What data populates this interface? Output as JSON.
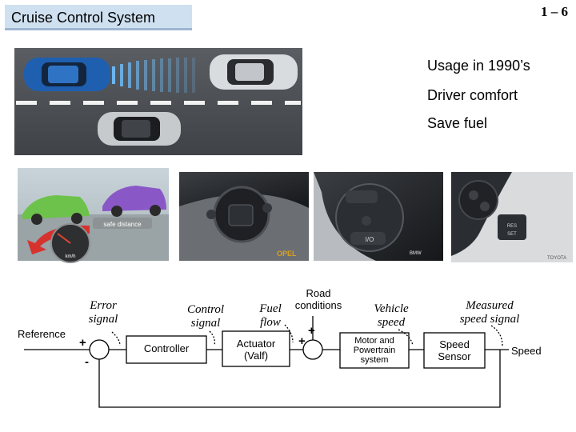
{
  "header": {
    "title": "Cruise Control System",
    "slide_number": "1 – 6"
  },
  "usage_list": {
    "items": [
      "Usage in 1990’s",
      "Driver comfort",
      "Save fuel"
    ]
  },
  "photos": {
    "illustration_label": "safe distance",
    "speedometer_label": "km/h",
    "brand_opel": "OPEL",
    "brand_bmw": "BMW",
    "brand_toyota": "TOYOTA",
    "button_io": "I/O",
    "button_res": "RES",
    "button_set": "SET"
  },
  "diagram": {
    "reference_label": "Reference",
    "error_signal_label": "Error\nsignal",
    "control_signal_label": "Control\nsignal",
    "fuel_flow_label": "Fuel\nflow",
    "road_conditions_label": "Road\nconditions",
    "vehicle_speed_label": "Vehicle\nspeed",
    "measured_speed_label": "Measured\nspeed signal",
    "speed_output_label": "Speed",
    "controller_label": "Controller",
    "actuator_label": "Actuator\n(Valf)",
    "motor_label": "Motor and\nPowertrain\nsystem",
    "sensor_label": "Speed\nSensor",
    "sum1_plus": "+",
    "sum1_minus": "-",
    "sum2_plus_left": "+",
    "sum2_plus_top": "+"
  }
}
